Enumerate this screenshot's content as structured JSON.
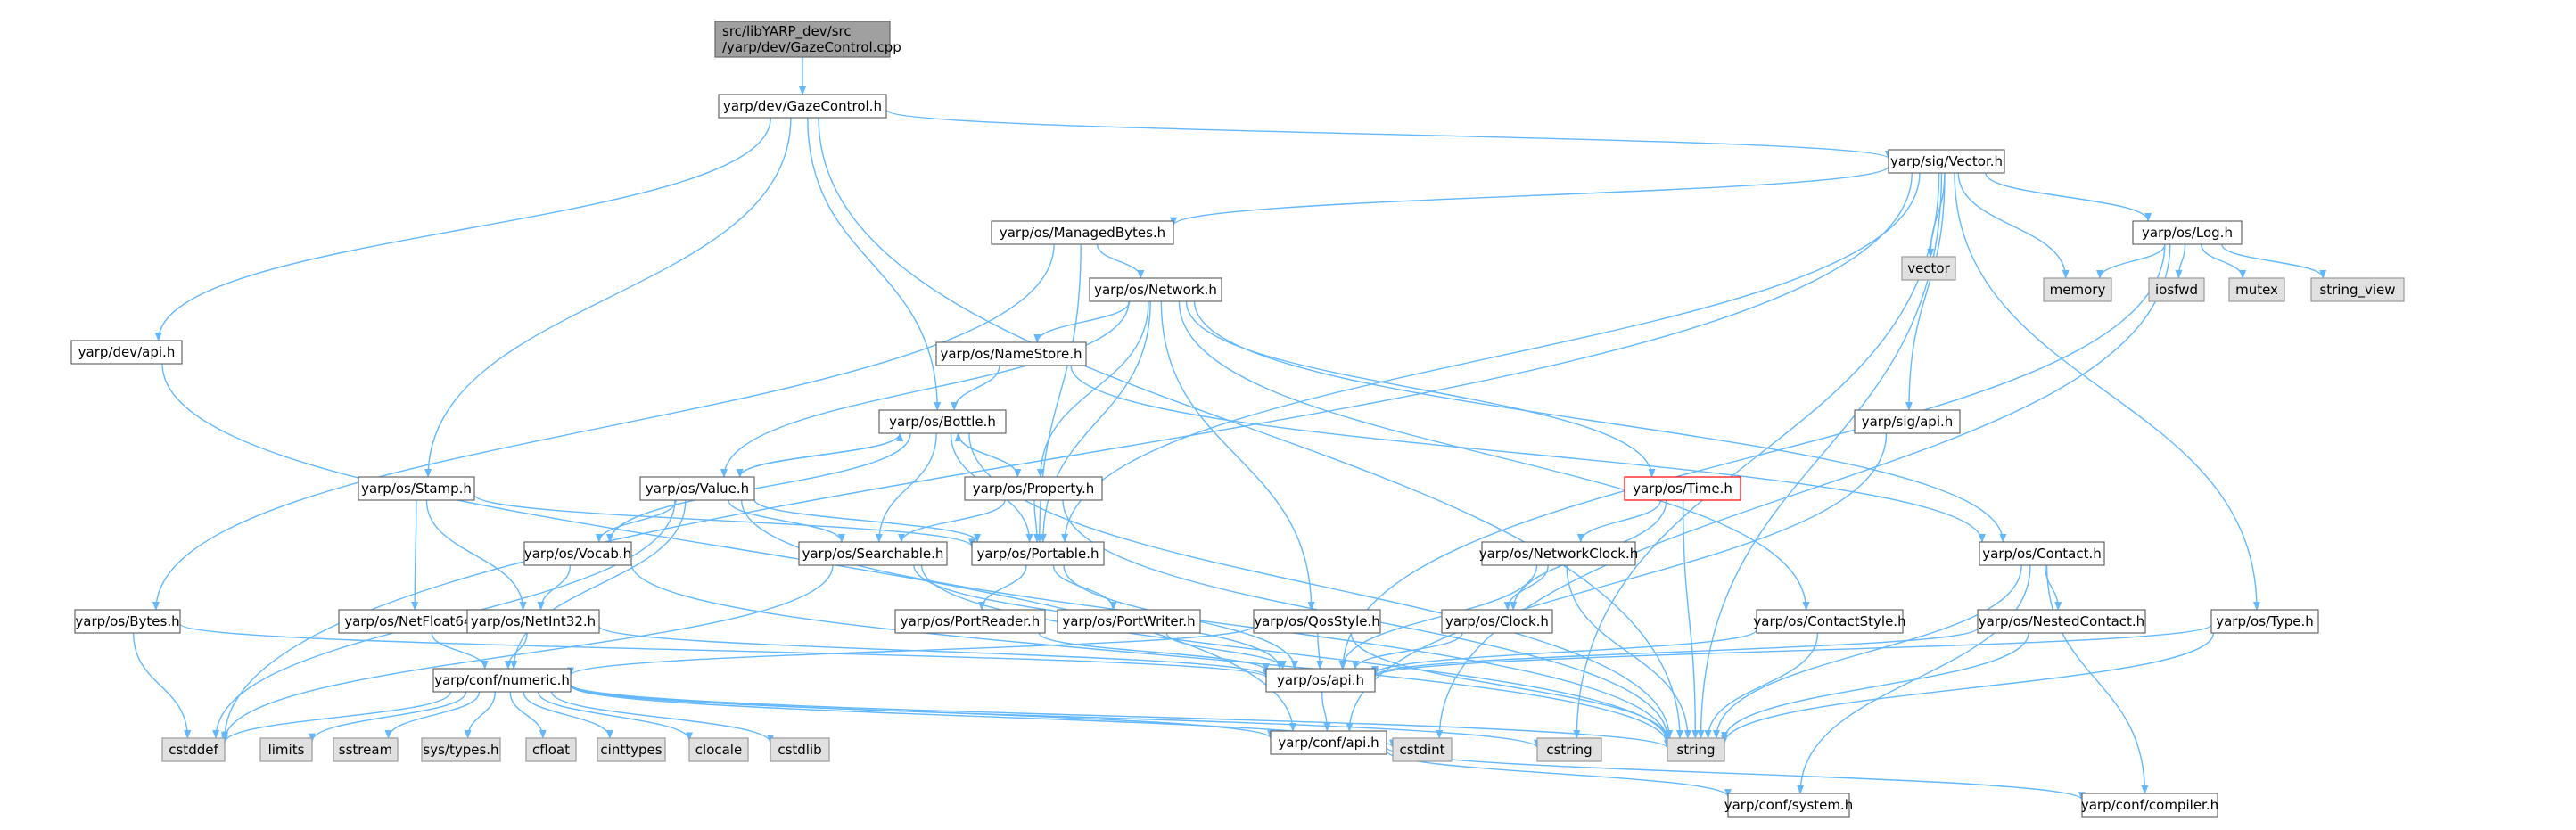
{
  "colors": {
    "edge": "#63b8ff",
    "node_border": "#666666",
    "root_fill": "#a0a0a0",
    "system_fill": "#e0e0e0",
    "highlight_border": "#ff0000"
  },
  "nodes": [
    {
      "id": "root",
      "label": "src/libYARP_dev/src\n/yarp/dev/GazeControl.cpp",
      "kind": "header"
    },
    {
      "id": "gaze",
      "label": "yarp/dev/GazeControl.h",
      "kind": "normal"
    },
    {
      "id": "vector",
      "label": "yarp/sig/Vector.h",
      "kind": "normal"
    },
    {
      "id": "managed",
      "label": "yarp/os/ManagedBytes.h",
      "kind": "normal"
    },
    {
      "id": "vec",
      "label": "vector",
      "kind": "system"
    },
    {
      "id": "log",
      "label": "yarp/os/Log.h",
      "kind": "normal"
    },
    {
      "id": "memory",
      "label": "memory",
      "kind": "system"
    },
    {
      "id": "iosfwd",
      "label": "iosfwd",
      "kind": "system"
    },
    {
      "id": "mutex",
      "label": "mutex",
      "kind": "system"
    },
    {
      "id": "string_view",
      "label": "string_view",
      "kind": "system"
    },
    {
      "id": "network",
      "label": "yarp/os/Network.h",
      "kind": "normal"
    },
    {
      "id": "devapi",
      "label": "yarp/dev/api.h",
      "kind": "normal"
    },
    {
      "id": "namestore",
      "label": "yarp/os/NameStore.h",
      "kind": "normal"
    },
    {
      "id": "sigapi",
      "label": "yarp/sig/api.h",
      "kind": "normal"
    },
    {
      "id": "bottle",
      "label": "yarp/os/Bottle.h",
      "kind": "normal"
    },
    {
      "id": "stamp",
      "label": "yarp/os/Stamp.h",
      "kind": "normal"
    },
    {
      "id": "value",
      "label": "yarp/os/Value.h",
      "kind": "normal"
    },
    {
      "id": "property",
      "label": "yarp/os/Property.h",
      "kind": "normal"
    },
    {
      "id": "time",
      "label": "yarp/os/Time.h",
      "kind": "red"
    },
    {
      "id": "contact",
      "label": "yarp/os/Contact.h",
      "kind": "normal"
    },
    {
      "id": "vocab",
      "label": "yarp/os/Vocab.h",
      "kind": "normal"
    },
    {
      "id": "searchable",
      "label": "yarp/os/Searchable.h",
      "kind": "normal"
    },
    {
      "id": "portable",
      "label": "yarp/os/Portable.h",
      "kind": "normal"
    },
    {
      "id": "netclock",
      "label": "yarp/os/NetworkClock.h",
      "kind": "normal"
    },
    {
      "id": "bytes",
      "label": "yarp/os/Bytes.h",
      "kind": "normal"
    },
    {
      "id": "netfloat",
      "label": "yarp/os/NetFloat64.h",
      "kind": "normal"
    },
    {
      "id": "netint",
      "label": "yarp/os/NetInt32.h",
      "kind": "normal"
    },
    {
      "id": "portreader",
      "label": "yarp/os/PortReader.h",
      "kind": "normal"
    },
    {
      "id": "portwriter",
      "label": "yarp/os/PortWriter.h",
      "kind": "normal"
    },
    {
      "id": "qos",
      "label": "yarp/os/QosStyle.h",
      "kind": "normal"
    },
    {
      "id": "clock",
      "label": "yarp/os/Clock.h",
      "kind": "normal"
    },
    {
      "id": "contactstyle",
      "label": "yarp/os/ContactStyle.h",
      "kind": "normal"
    },
    {
      "id": "nested",
      "label": "yarp/os/NestedContact.h",
      "kind": "normal"
    },
    {
      "id": "type",
      "label": "yarp/os/Type.h",
      "kind": "normal"
    },
    {
      "id": "numeric",
      "label": "yarp/conf/numeric.h",
      "kind": "normal"
    },
    {
      "id": "osapi",
      "label": "yarp/os/api.h",
      "kind": "normal"
    },
    {
      "id": "cstddef",
      "label": "cstddef",
      "kind": "system"
    },
    {
      "id": "limits",
      "label": "limits",
      "kind": "system"
    },
    {
      "id": "sstream",
      "label": "sstream",
      "kind": "system"
    },
    {
      "id": "systypes",
      "label": "sys/types.h",
      "kind": "system"
    },
    {
      "id": "cfloat",
      "label": "cfloat",
      "kind": "system"
    },
    {
      "id": "cinttypes",
      "label": "cinttypes",
      "kind": "system"
    },
    {
      "id": "clocale",
      "label": "clocale",
      "kind": "system"
    },
    {
      "id": "cstdlib",
      "label": "cstdlib",
      "kind": "system"
    },
    {
      "id": "confapi",
      "label": "yarp/conf/api.h",
      "kind": "normal"
    },
    {
      "id": "cstdint",
      "label": "cstdint",
      "kind": "system"
    },
    {
      "id": "cstring",
      "label": "cstring",
      "kind": "system"
    },
    {
      "id": "string",
      "label": "string",
      "kind": "system"
    },
    {
      "id": "system",
      "label": "yarp/conf/system.h",
      "kind": "normal"
    },
    {
      "id": "compiler",
      "label": "yarp/conf/compiler.h",
      "kind": "normal"
    }
  ],
  "edges": [
    [
      "root",
      "gaze"
    ],
    [
      "gaze",
      "vector"
    ],
    [
      "gaze",
      "devapi"
    ],
    [
      "gaze",
      "bottle"
    ],
    [
      "gaze",
      "stamp"
    ],
    [
      "gaze",
      "string"
    ],
    [
      "vector",
      "managed"
    ],
    [
      "vector",
      "vec"
    ],
    [
      "vector",
      "log"
    ],
    [
      "vector",
      "memory"
    ],
    [
      "vector",
      "sigapi"
    ],
    [
      "vector",
      "type"
    ],
    [
      "vector",
      "portable"
    ],
    [
      "vector",
      "cstddef"
    ],
    [
      "vector",
      "string"
    ],
    [
      "vector",
      "cstring"
    ],
    [
      "log",
      "memory"
    ],
    [
      "log",
      "iosfwd"
    ],
    [
      "log",
      "mutex"
    ],
    [
      "log",
      "string_view"
    ],
    [
      "log",
      "osapi"
    ],
    [
      "log",
      "cstdint"
    ],
    [
      "managed",
      "network"
    ],
    [
      "managed",
      "bytes"
    ],
    [
      "managed",
      "portable"
    ],
    [
      "network",
      "namestore"
    ],
    [
      "network",
      "value"
    ],
    [
      "network",
      "property"
    ],
    [
      "network",
      "time"
    ],
    [
      "network",
      "contact"
    ],
    [
      "network",
      "portable"
    ],
    [
      "network",
      "qos"
    ],
    [
      "network",
      "contactstyle"
    ],
    [
      "namestore",
      "bottle"
    ],
    [
      "namestore",
      "contact"
    ],
    [
      "bottle",
      "value"
    ],
    [
      "bottle",
      "property"
    ],
    [
      "bottle",
      "searchable"
    ],
    [
      "bottle",
      "portable"
    ],
    [
      "bottle",
      "vocab"
    ],
    [
      "bottle",
      "string"
    ],
    [
      "value",
      "bottle"
    ],
    [
      "value",
      "vocab"
    ],
    [
      "value",
      "searchable"
    ],
    [
      "value",
      "portable"
    ],
    [
      "value",
      "numeric"
    ],
    [
      "value",
      "cstddef"
    ],
    [
      "value",
      "string"
    ],
    [
      "property",
      "bottle"
    ],
    [
      "property",
      "searchable"
    ],
    [
      "property",
      "portable"
    ],
    [
      "property",
      "string"
    ],
    [
      "stamp",
      "portable"
    ],
    [
      "stamp",
      "netint"
    ],
    [
      "stamp",
      "netfloat"
    ],
    [
      "time",
      "netclock"
    ],
    [
      "time",
      "clock"
    ],
    [
      "time",
      "string"
    ],
    [
      "contact",
      "nested"
    ],
    [
      "contact",
      "string"
    ],
    [
      "contact",
      "system"
    ],
    [
      "contact",
      "compiler"
    ],
    [
      "vocab",
      "netint"
    ],
    [
      "vocab",
      "string"
    ],
    [
      "searchable",
      "osapi"
    ],
    [
      "searchable",
      "string"
    ],
    [
      "searchable",
      "cstddef"
    ],
    [
      "portable",
      "portreader"
    ],
    [
      "portable",
      "portwriter"
    ],
    [
      "portable",
      "osapi"
    ],
    [
      "netclock",
      "clock"
    ],
    [
      "netclock",
      "osapi"
    ],
    [
      "netclock",
      "string"
    ],
    [
      "bytes",
      "osapi"
    ],
    [
      "bytes",
      "cstddef"
    ],
    [
      "netfloat",
      "numeric"
    ],
    [
      "netint",
      "numeric"
    ],
    [
      "netint",
      "osapi"
    ],
    [
      "portreader",
      "osapi"
    ],
    [
      "portwriter",
      "osapi"
    ],
    [
      "qos",
      "osapi"
    ],
    [
      "qos",
      "numeric"
    ],
    [
      "qos",
      "string"
    ],
    [
      "clock",
      "osapi"
    ],
    [
      "contactstyle",
      "osapi"
    ],
    [
      "contactstyle",
      "string"
    ],
    [
      "nested",
      "osapi"
    ],
    [
      "nested",
      "string"
    ],
    [
      "type",
      "osapi"
    ],
    [
      "type",
      "string"
    ],
    [
      "sigapi",
      "confapi"
    ],
    [
      "devapi",
      "confapi"
    ],
    [
      "numeric",
      "cstddef"
    ],
    [
      "numeric",
      "limits"
    ],
    [
      "numeric",
      "sstream"
    ],
    [
      "numeric",
      "systypes"
    ],
    [
      "numeric",
      "cfloat"
    ],
    [
      "numeric",
      "cinttypes"
    ],
    [
      "numeric",
      "clocale"
    ],
    [
      "numeric",
      "cstdlib"
    ],
    [
      "numeric",
      "cstdint"
    ],
    [
      "numeric",
      "cstring"
    ],
    [
      "numeric",
      "string"
    ],
    [
      "numeric",
      "confapi"
    ],
    [
      "osapi",
      "confapi"
    ],
    [
      "confapi",
      "system"
    ],
    [
      "confapi",
      "compiler"
    ]
  ]
}
